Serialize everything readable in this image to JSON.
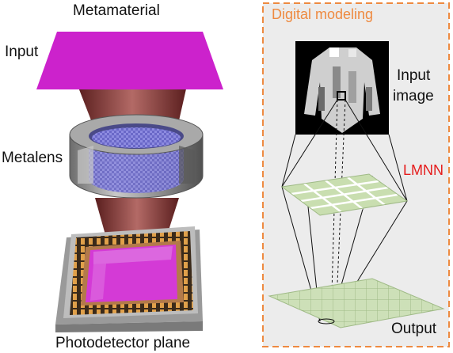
{
  "left_panel": {
    "title": "Metamaterial",
    "input_label": "Input",
    "metalens_label": "Metalens",
    "detector_label": "Photodetector plane"
  },
  "right_panel": {
    "title": "Digital modeling",
    "input_image_label_line1": "Input",
    "input_image_label_line2": "image",
    "network_label": "LMNN",
    "output_label": "Output"
  },
  "colors": {
    "input_plane": "#cc22cc",
    "panel_border": "#ee8a40",
    "panel_title": "#ee8a40",
    "network_label": "#e51c1c",
    "grid_fill": "#cde0b8",
    "beam": "#8b3e3e",
    "panel_bg": "#ececec"
  }
}
